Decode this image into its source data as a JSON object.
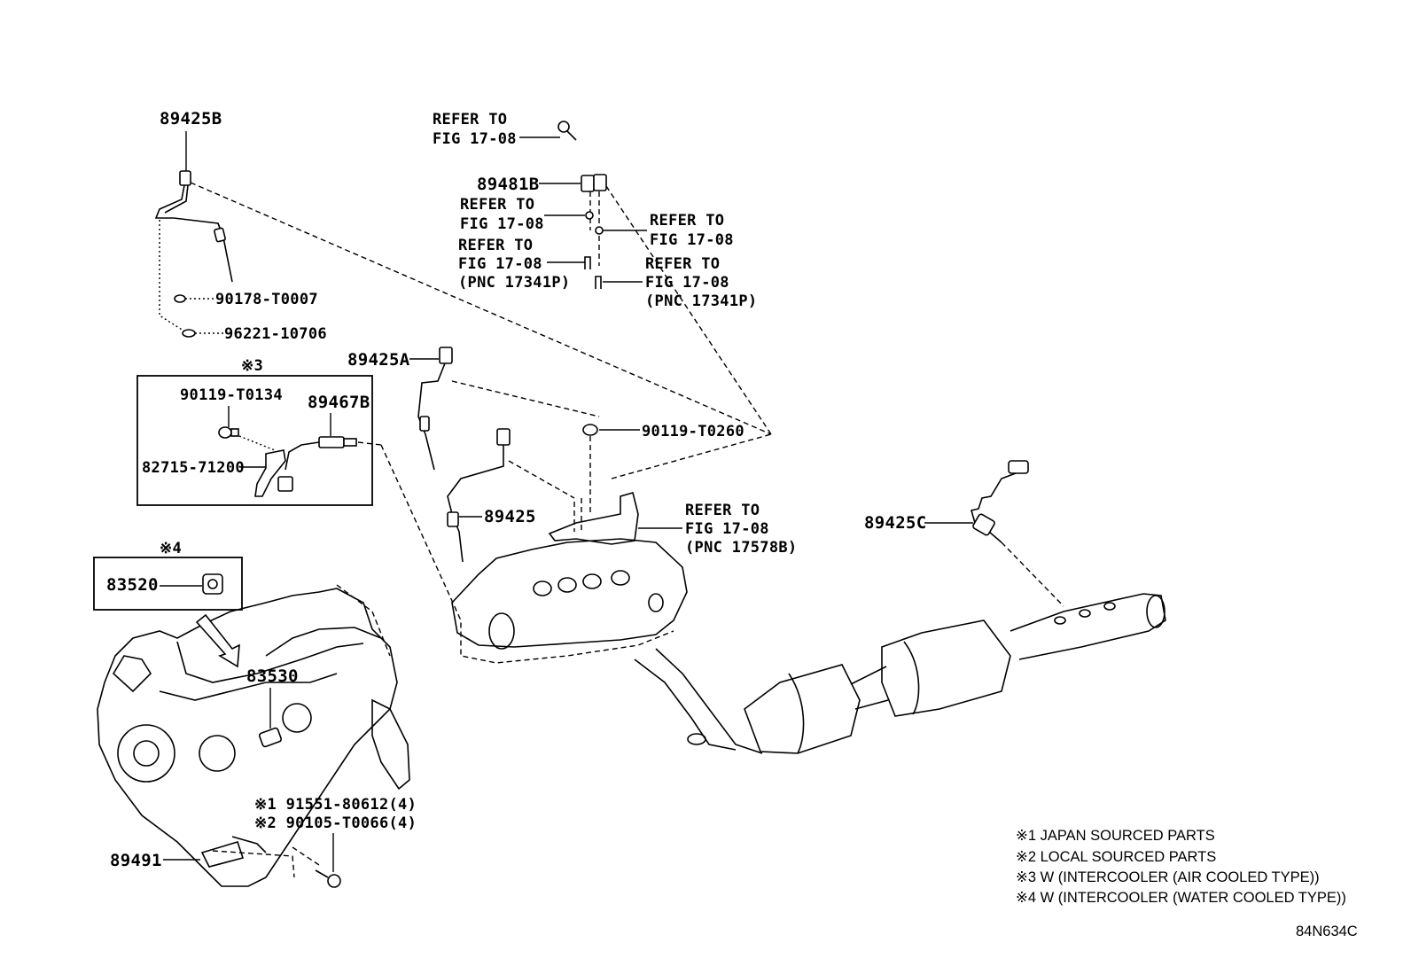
{
  "labels": {
    "p89425B": "89425B",
    "refer_a_1": "REFER TO",
    "refer_a_2": "FIG 17-08",
    "p89481B": "89481B",
    "refer_b_1": "REFER TO",
    "refer_b_2": "FIG 17-08",
    "refer_c_1": "REFER TO",
    "refer_c_2": "FIG 17-08",
    "refer_d_1": "REFER TO",
    "refer_d_2": "FIG 17-08",
    "refer_d_3": "(PNC 17341P)",
    "refer_e_1": "REFER TO",
    "refer_e_2": "FIG 17-08",
    "refer_e_3": "(PNC 17341P)",
    "p90178": "90178-T0007",
    "p96221": "96221-10706",
    "mark3": "※3",
    "p90119_T0134": "90119-T0134",
    "p89467B": "89467B",
    "p82715": "82715-71200",
    "p89425A": "89425A",
    "p90119_T0260": "90119-T0260",
    "p89425": "89425",
    "refer_f_1": "REFER TO",
    "refer_f_2": "FIG 17-08",
    "refer_f_3": "(PNC 17578B)",
    "p89425C": "89425C",
    "mark4": "※4",
    "p83520": "83520",
    "p83530": "83530",
    "bolt1": "※1 91551-80612(4)",
    "bolt2": "※2 90105-T0066(4)",
    "p89491": "89491"
  },
  "notes": [
    "※1 JAPAN SOURCED PARTS",
    "※2 LOCAL SOURCED PARTS",
    "※3 W (INTERCOOLER (AIR COOLED TYPE))",
    "※4 W (INTERCOOLER (WATER COOLED TYPE))"
  ],
  "illustration_code": "84N634C"
}
